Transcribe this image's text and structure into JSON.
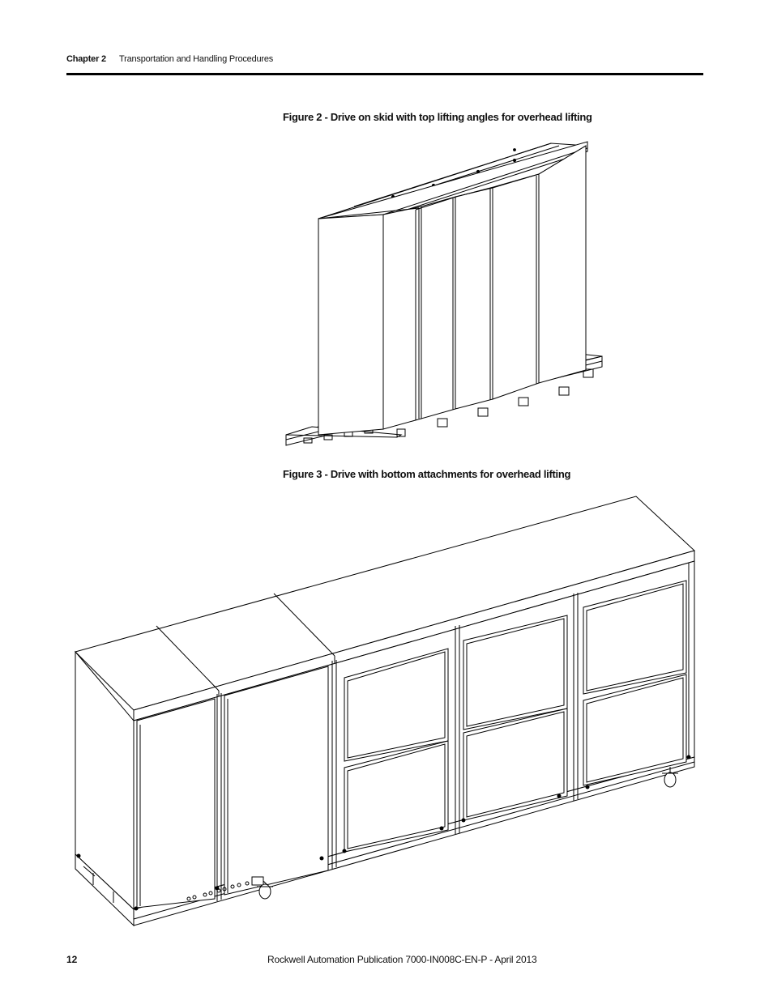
{
  "header": {
    "chapter": "Chapter 2",
    "section_title": "Transportation and Handling Procedures"
  },
  "figures": [
    {
      "caption": "Figure 2 - Drive on skid with top lifting angles for overhead lifting"
    },
    {
      "caption": "Figure 3 - Drive with bottom attachments for overhead lifting"
    }
  ],
  "footer": {
    "page_number": "12",
    "publication": "Rockwell Automation Publication 7000-IN008C-EN-P - April 2013"
  }
}
